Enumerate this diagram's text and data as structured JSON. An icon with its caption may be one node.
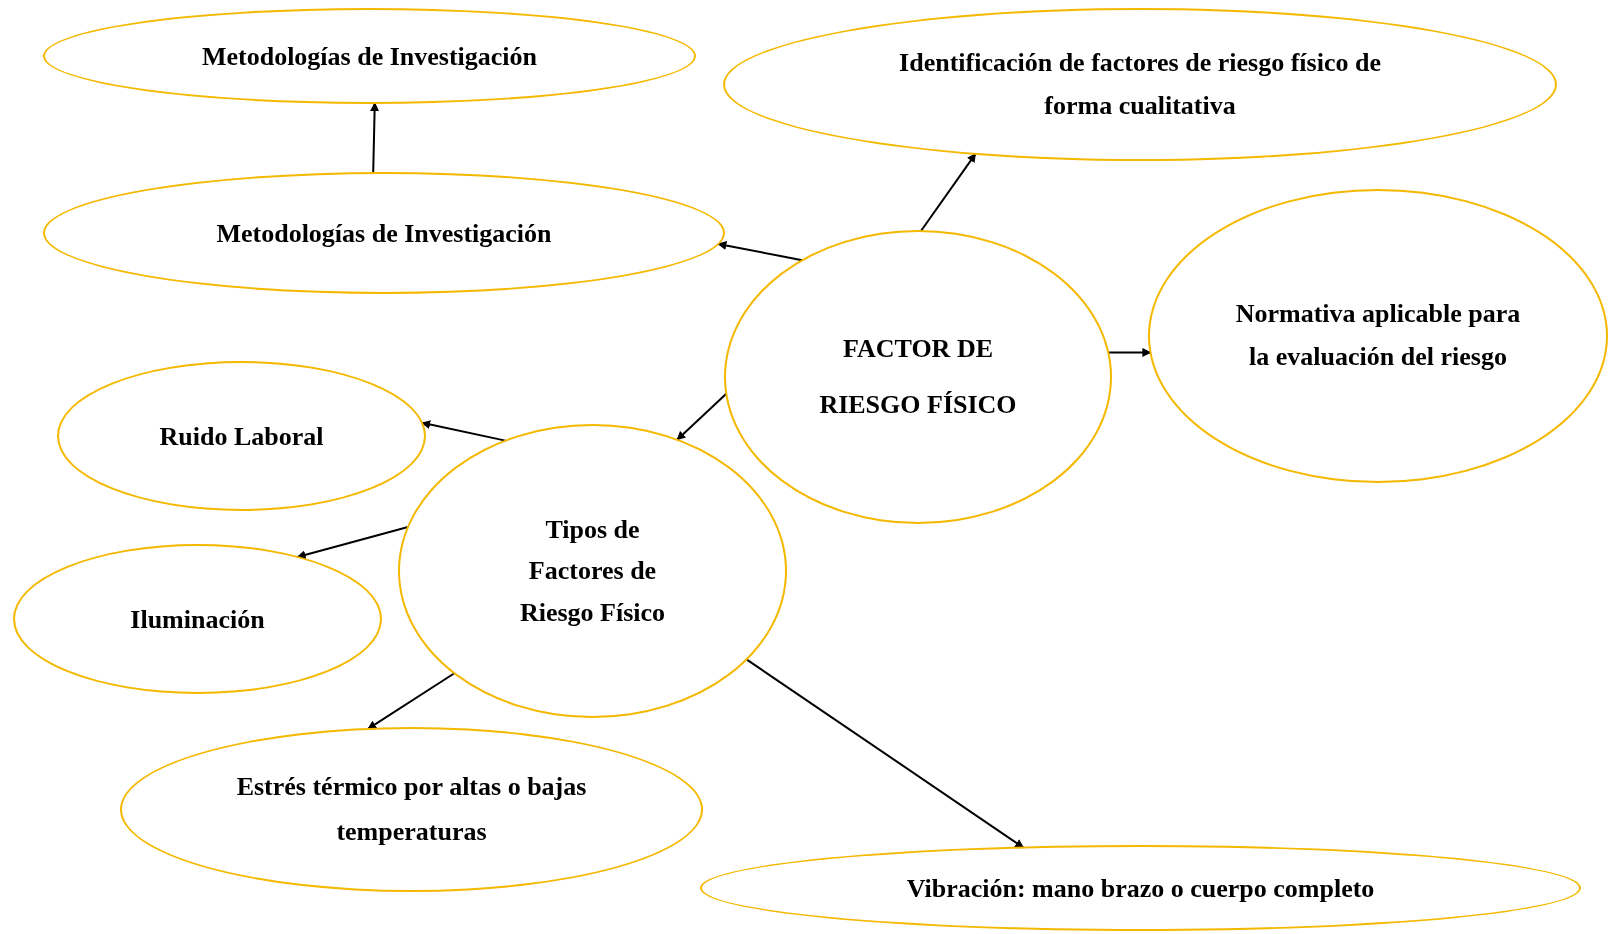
{
  "diagram": {
    "nodes": [
      {
        "text": [
          "Metodologías de Investigación"
        ]
      },
      {
        "text": [
          "Identificación de factores de riesgo físico de forma cualitativa"
        ]
      },
      {
        "text": [
          "Metodologías de Investigación"
        ]
      },
      {
        "text": [
          "FACTOR DE RIESGO FÍSICO"
        ]
      },
      {
        "text": [
          "Normativa aplicable para la evaluación del riesgo"
        ]
      },
      {
        "text": [
          "Ruido Laboral"
        ]
      },
      {
        "text": [
          "Tipos de Factores de Riesgo Físico"
        ]
      },
      {
        "text": [
          "Iluminación"
        ]
      },
      {
        "text": [
          "Estrés térmico por altas o bajas temperaturas"
        ]
      },
      {
        "text": [
          "Vibración: mano brazo o cuerpo completo"
        ]
      }
    ],
    "edges": [
      {
        "from": 3,
        "to": 1,
        "arrow": "to"
      },
      {
        "from": 3,
        "to": 2,
        "arrow": "to"
      },
      {
        "from": 2,
        "to": 0,
        "arrow": "to"
      },
      {
        "from": 3,
        "to": 4,
        "arrow": "to"
      },
      {
        "from": 3,
        "to": 6,
        "arrow": "to"
      },
      {
        "from": 6,
        "to": 5,
        "arrow": "to"
      },
      {
        "from": 6,
        "to": 7,
        "arrow": "to"
      },
      {
        "from": 6,
        "to": 8,
        "arrow": "to"
      },
      {
        "from": 6,
        "to": 9,
        "arrow": "to"
      }
    ]
  }
}
